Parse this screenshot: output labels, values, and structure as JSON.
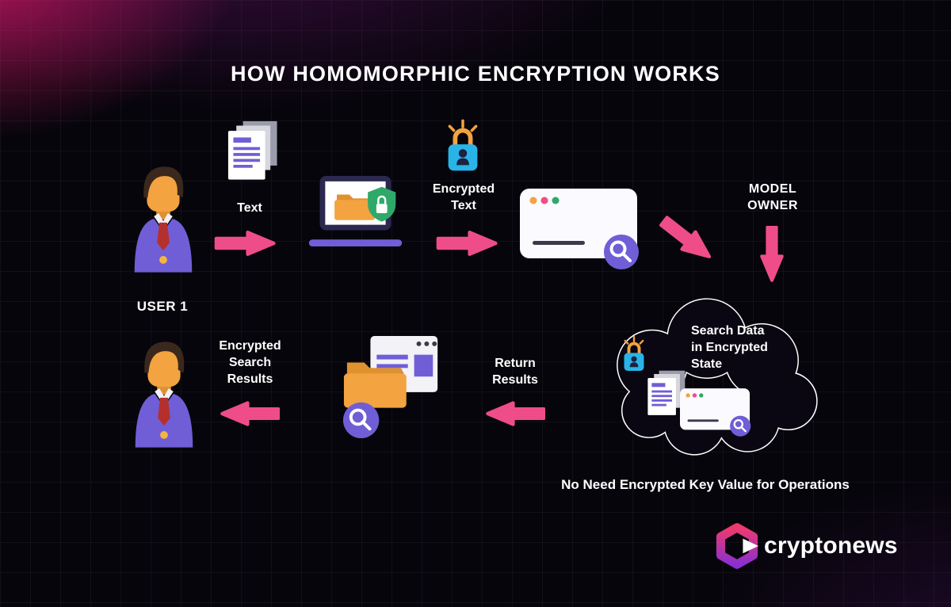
{
  "title": "HOW HOMOMORPHIC ENCRYPTION WORKS",
  "flow": {
    "user1": "USER 1",
    "text": "Text",
    "encrypted_text": "Encrypted\nText",
    "model_owner": "MODEL\nOWNER",
    "cloud_caption": "Search Data\nin Encrypted\nState",
    "operations_note": "No Need Encrypted Key Value for Operations",
    "return_results": "Return\nResults",
    "encrypted_search_results": "Encrypted\nSearch\nResults"
  },
  "brand": {
    "name": "cryptonews"
  },
  "icons": {
    "user": "person-icon",
    "documents": "documents-stack-icon",
    "laptop": "laptop-folder-shield-icon",
    "encrypted_lock": "padlock-sparkle-icon",
    "browser_search": "browser-window-search-icon",
    "cloud": "cloud-outline-shape",
    "folder_search": "folder-documents-search-icon",
    "arrow": "flow-arrow"
  },
  "colors": {
    "background": "#07050c",
    "accent_pink": "#ee4d88",
    "purple": "#6f5ed6",
    "orange": "#f3a33f",
    "blue": "#29b4e8",
    "green": "#2fa969",
    "cloud_outline": "#ffffff"
  }
}
